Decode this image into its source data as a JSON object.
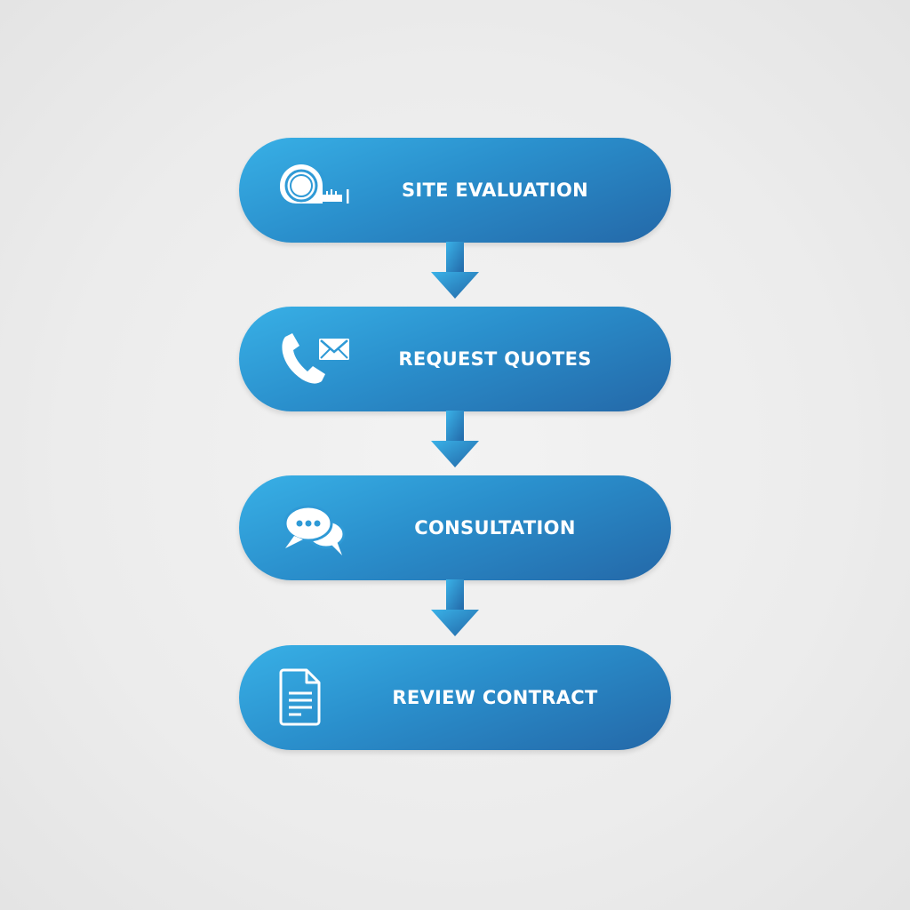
{
  "diagram": {
    "type": "vertical-process-flow",
    "colors": {
      "background": "#ececec",
      "step_gradient_start": "#38b0e6",
      "step_gradient_end": "#2468a8",
      "text": "#ffffff",
      "arrow": "#2a8fcc"
    },
    "steps": [
      {
        "label": "SITE EVALUATION",
        "icon": "tape-measure-icon"
      },
      {
        "label": "REQUEST QUOTES",
        "icon": "phone-and-envelope-icon"
      },
      {
        "label": "CONSULTATION",
        "icon": "chat-bubbles-icon"
      },
      {
        "label": "REVIEW CONTRACT",
        "icon": "document-icon"
      }
    ],
    "connectors": [
      {
        "from": 0,
        "to": 1,
        "icon": "arrow-down-icon"
      },
      {
        "from": 1,
        "to": 2,
        "icon": "arrow-down-icon"
      },
      {
        "from": 2,
        "to": 3,
        "icon": "arrow-down-icon"
      }
    ]
  }
}
